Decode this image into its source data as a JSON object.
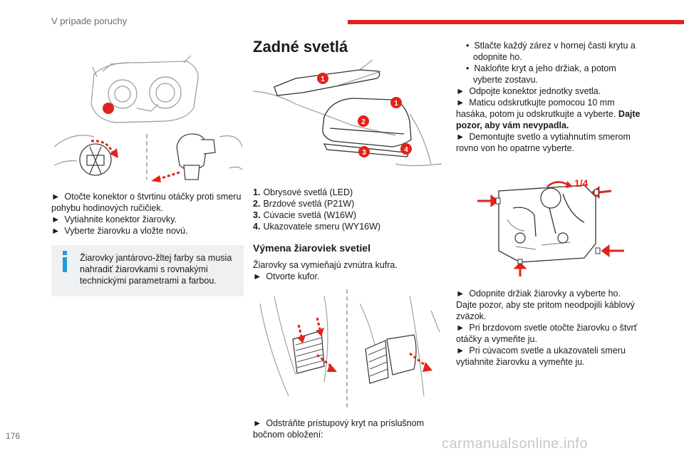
{
  "header": {
    "section": "V prípade poruchy"
  },
  "accent_color": "#e2231a",
  "col1": {
    "instructions": [
      "Otočte konektor o štvrtinu otáčky proti smeru pohybu hodinových ručičiek.",
      "Vytiahnite konektor žiarovky.",
      "Vyberte žiarovku a vložte novú."
    ],
    "note": "Žiarovky jantárovo-žltej farby sa musia nahradiť žiarovkami s rovnakými technickými parametrami a farbou."
  },
  "col2": {
    "title": "Zadné svetlá",
    "legend": [
      {
        "num": "1.",
        "text": "Obrysové svetlá (LED)"
      },
      {
        "num": "2.",
        "text": "Brzdové svetlá (P21W)"
      },
      {
        "num": "3.",
        "text": "Cúvacie svetlá (W16W)"
      },
      {
        "num": "4.",
        "text": "Ukazovatele smeru (WY16W)"
      }
    ],
    "callouts": [
      "1",
      "1",
      "2",
      "3",
      "4"
    ],
    "subtitle": "Výmena žiaroviek svetiel",
    "intro": "Žiarovky sa vymieňajú zvnútra kufra.",
    "open_trunk": "Otvorte kufor.",
    "remove_cover": "Odstráňte prístupový kryt na príslušnom bočnom obložení:"
  },
  "col3": {
    "bullets": [
      "Stlačte každý zárez v hornej časti krytu a odopnite ho.",
      "Nakloňte kryt a jeho držiak, a potom vyberte zostavu."
    ],
    "step1": "Odpojte konektor jednotky svetla.",
    "step2": "Maticu odskrutkujte pomocou 10 mm hasáka, potom ju odskrutkujte a vyberte.",
    "step2_bold": "Dajte pozor, aby vám nevypadla.",
    "step3": "Demontujte svetlo a vytiahnutím smerom rovno von ho opatrne vyberte.",
    "fig_label": "1/4",
    "steps_after": [
      "Odopnite držiak žiarovky a vyberte ho. Dajte pozor, aby ste pritom neodpojili káblový zväzok.",
      "Pri brzdovom svetle otočte žiarovku o štvrť otáčky a vymeňte ju.",
      "Pri cúvacom svetle a ukazovateli smeru vytiahnite žiarovku a vymeňte ju."
    ]
  },
  "footer": {
    "page_number": "176",
    "watermark": "carmanualsonline.info"
  },
  "marker": "►",
  "bullet": "•"
}
